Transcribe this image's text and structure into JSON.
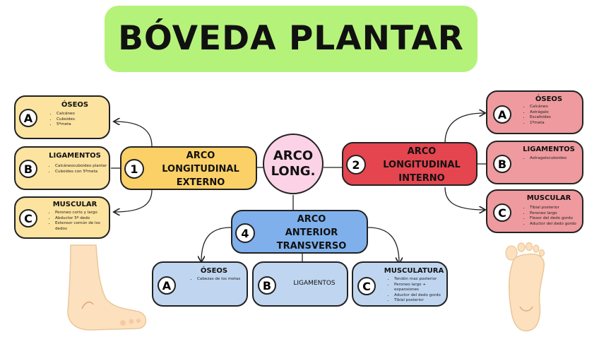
{
  "title": "BÓVEDA PLANTAR",
  "center": {
    "line1": "ARCO",
    "line2": "LONG."
  },
  "arches": {
    "externo": {
      "number": "1",
      "lines": [
        "ARCO",
        "LONGITUDINAL",
        "EXTERNO"
      ],
      "cards": [
        {
          "letter": "A",
          "heading": "ÓSEOS",
          "items": [
            "Calcáneo",
            "Cuboides",
            "5ºmeta"
          ]
        },
        {
          "letter": "B",
          "heading": "LIGAMENTOS",
          "items": [
            "Calcáneocuboideo plantar",
            "Cuboides con 5ºmeta"
          ]
        },
        {
          "letter": "C",
          "heading": "MUSCULAR",
          "items": [
            "Peroneo corto y largo",
            "Abductor 5º dedo",
            "Extensor común de los dedos"
          ]
        }
      ]
    },
    "interno": {
      "number": "2",
      "lines": [
        "ARCO",
        "LONGITUDINAL",
        "INTERNO"
      ],
      "cards": [
        {
          "letter": "A",
          "heading": "ÓSEOS",
          "items": [
            "Calcáneo",
            "Astrágalo",
            "Escafoides",
            "1ºmeta"
          ]
        },
        {
          "letter": "B",
          "heading": "LIGAMENTOS",
          "items": [
            "Astragalocuboideo"
          ]
        },
        {
          "letter": "C",
          "heading": "MUSCULAR",
          "items": [
            "Tibial posterior",
            "Peroneo largo",
            "Flexor del dedo gordo",
            "Aductor del dedo gordo"
          ]
        }
      ]
    },
    "transverso": {
      "number": "4",
      "lines": [
        "ARCO",
        "ANTERIOR",
        "TRANSVERSO"
      ],
      "cards": [
        {
          "letter": "A",
          "heading": "ÓSEOS",
          "items": [
            "Cabezas de los metas"
          ]
        },
        {
          "letter": "B",
          "heading": "LIGAMENTOS",
          "items": []
        },
        {
          "letter": "C",
          "heading": "MUSCULATURA",
          "items": [
            "Tendón mas posterior",
            "Peroneo largo + expansiones",
            "Aductor del dedo gordo",
            "Tibial posterior"
          ]
        }
      ]
    }
  },
  "colors": {
    "title_bg": "#b5f27a",
    "externo_main": "#fbd067",
    "externo_card": "#fde3a0",
    "interno_main": "#e4454f",
    "interno_card": "#ee9a9e",
    "transverso_main": "#7fb0ec",
    "transverso_card": "#c0d6f0",
    "center_bg": "#fbd2e6"
  },
  "illustrations": [
    "foot-side-icon",
    "foot-sole-icon"
  ]
}
